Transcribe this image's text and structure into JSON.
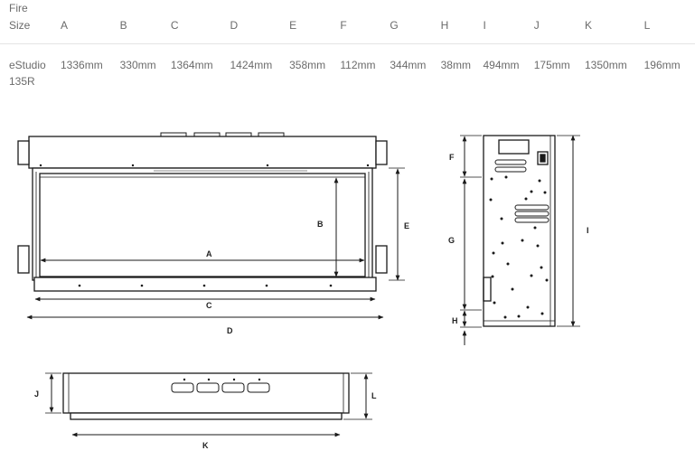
{
  "table": {
    "size_header_line1": "Fire",
    "size_header_line2": "Size",
    "columns": [
      "A",
      "B",
      "C",
      "D",
      "E",
      "F",
      "G",
      "H",
      "I",
      "J",
      "K",
      "L"
    ],
    "model_line1": "eStudio",
    "model_line2": "135R",
    "values": [
      "1336mm",
      "330mm",
      "1364mm",
      "1424mm",
      "358mm",
      "112mm",
      "344mm",
      "38mm",
      "494mm",
      "175mm",
      "1350mm",
      "196mm"
    ]
  },
  "drawing": {
    "front_labels": {
      "a": "A",
      "b": "B",
      "c": "C",
      "d": "D",
      "e": "E"
    },
    "side_labels": {
      "f": "F",
      "g": "G",
      "h": "H",
      "i": "I"
    },
    "top_labels": {
      "j": "J",
      "k": "K",
      "l": "L"
    }
  },
  "colors": {
    "text": "#6b6b6b",
    "line": "#1a1a1a",
    "rule": "#e4e4e4"
  }
}
